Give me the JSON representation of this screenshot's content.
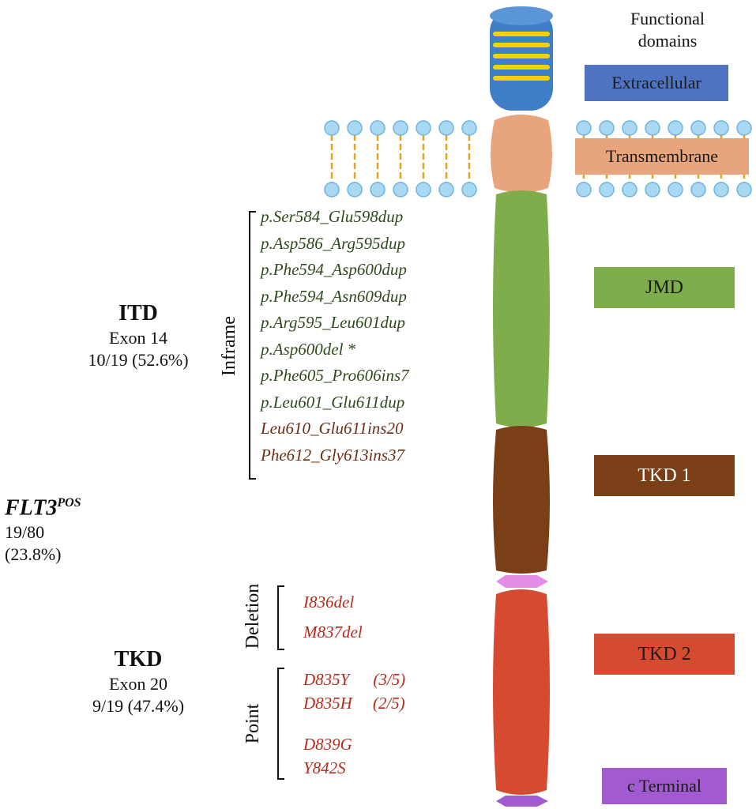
{
  "header": {
    "functional_domains_line1": "Functional",
    "functional_domains_line2": "domains"
  },
  "domains": [
    {
      "id": "extracellular",
      "label": "Extracellular",
      "color": "#4f74c2",
      "text_color": "#1a1a1a"
    },
    {
      "id": "transmembrane",
      "label": "Transmembrane",
      "color": "#e8a57d",
      "text_color": "#1a1a1a"
    },
    {
      "id": "jmd",
      "label": "JMD",
      "color": "#7fad4c",
      "text_color": "#1a1a1a"
    },
    {
      "id": "tkd1",
      "label": "TKD 1",
      "color": "#7a3f17",
      "text_color": "#ffffff"
    },
    {
      "id": "tkd2",
      "label": "TKD 2",
      "color": "#d64b2f",
      "text_color": "#1a1a1a"
    },
    {
      "id": "cterminal",
      "label": "c Terminal",
      "color": "#a25ad0",
      "text_color": "#1a1a1a"
    }
  ],
  "itd": {
    "title": "ITD",
    "exon": "Exon 14",
    "count": "10/19 (52.6%)",
    "group_label": "Inframe"
  },
  "itd_mutations": [
    {
      "text": "p.Ser584_Glu598dup",
      "tone": "green"
    },
    {
      "text": "p.Asp586_Arg595dup",
      "tone": "green"
    },
    {
      "text": "p.Phe594_Asp600dup",
      "tone": "green"
    },
    {
      "text": "p.Phe594_Asn609dup",
      "tone": "green"
    },
    {
      "text": "p.Arg595_Leu601dup",
      "tone": "green"
    },
    {
      "text": "p.Asp600del *",
      "tone": "green"
    },
    {
      "text": "p.Phe605_Pro606ins7",
      "tone": "green"
    },
    {
      "text": "p.Leu601_Glu611dup",
      "tone": "green"
    },
    {
      "text": "Leu610_Glu611ins20",
      "tone": "brown"
    },
    {
      "text": "Phe612_Gly613ins37",
      "tone": "brown"
    }
  ],
  "flt3": {
    "name": "FLT3",
    "superscript": "POS",
    "count": "19/80",
    "percent": "(23.8%)"
  },
  "tkd": {
    "title": "TKD",
    "exon": "Exon 20",
    "count": "9/19 (47.4%)"
  },
  "deletion": {
    "label": "Deletion",
    "items": [
      "I836del",
      "M837del"
    ]
  },
  "point": {
    "label": "Point",
    "items": [
      {
        "name": "D835Y",
        "freq": "(3/5)"
      },
      {
        "name": "D835H",
        "freq": "(2/5)"
      },
      {
        "name": "D839G",
        "freq": ""
      },
      {
        "name": "Y842S",
        "freq": ""
      }
    ]
  },
  "colors": {
    "membrane_head": "#a9d8f2",
    "membrane_head_edge": "#6fb3e0",
    "membrane_tail": "#e5a21e",
    "extracellular_body": "#3f7fc9",
    "extracellular_stripe": "#f2d300",
    "hinge": "#e28ee6"
  }
}
